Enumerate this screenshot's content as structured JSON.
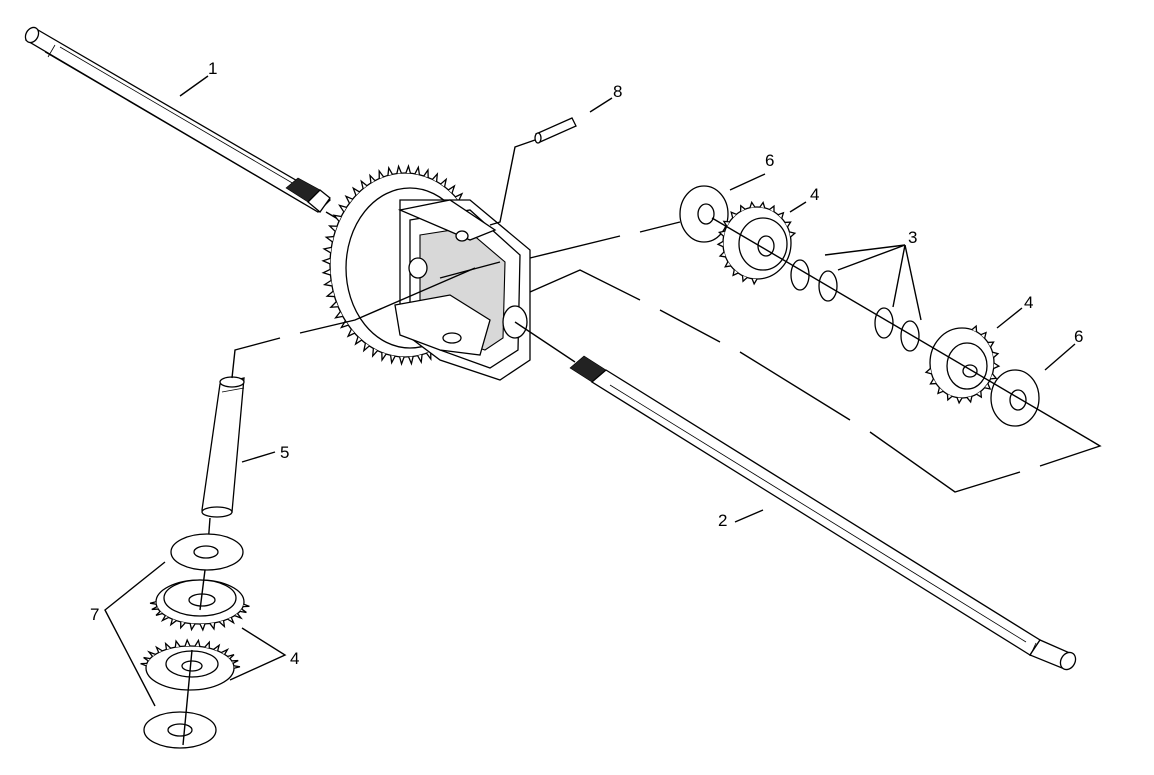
{
  "diagram": {
    "callouts": {
      "c1": "1",
      "c2": "2",
      "c3": "3",
      "c4a": "4",
      "c4b": "4",
      "c4c": "4",
      "c5": "5",
      "c6a": "6",
      "c6b": "6",
      "c7": "7",
      "c8": "8"
    },
    "colors": {
      "line": "#000000",
      "fill": "#ffffff",
      "shade": "#d8d8d8"
    }
  }
}
